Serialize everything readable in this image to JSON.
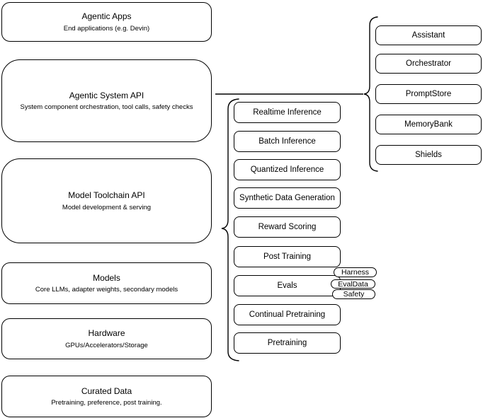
{
  "left_column": {
    "boxes": [
      {
        "title": "Agentic Apps",
        "subtitle": "End applications (e.g. Devin)"
      },
      {
        "title": "Agentic System API",
        "subtitle": "System component orchestration, tool calls, safety checks"
      },
      {
        "title": "Model Toolchain API",
        "subtitle": "Model development & serving"
      },
      {
        "title": "Models",
        "subtitle": "Core LLMs, adapter weights, secondary models"
      },
      {
        "title": "Hardware",
        "subtitle": "GPUs/Accelerators/Storage"
      },
      {
        "title": "Curated Data",
        "subtitle": "Pretraining, preference, post training."
      }
    ]
  },
  "toolchain": {
    "items": [
      {
        "label": "Realtime Inference"
      },
      {
        "label": "Batch Inference"
      },
      {
        "label": "Quantized Inference"
      },
      {
        "label": "Synthetic Data Generation"
      },
      {
        "label": "Reward Scoring"
      },
      {
        "label": "Post Training"
      },
      {
        "label": "Evals"
      },
      {
        "label": "Continual Pretraining"
      },
      {
        "label": "Pretraining"
      }
    ]
  },
  "evals_tags": [
    {
      "label": "Harness"
    },
    {
      "label": "EvalData"
    },
    {
      "label": "Safety"
    }
  ],
  "system_components": {
    "items": [
      {
        "label": "Assistant"
      },
      {
        "label": "Orchestrator"
      },
      {
        "label": "PromptStore"
      },
      {
        "label": "MemoryBank"
      },
      {
        "label": "Shields"
      }
    ]
  },
  "colors": {
    "stroke": "#000000",
    "fill": "#ffffff",
    "text": "#000000"
  }
}
